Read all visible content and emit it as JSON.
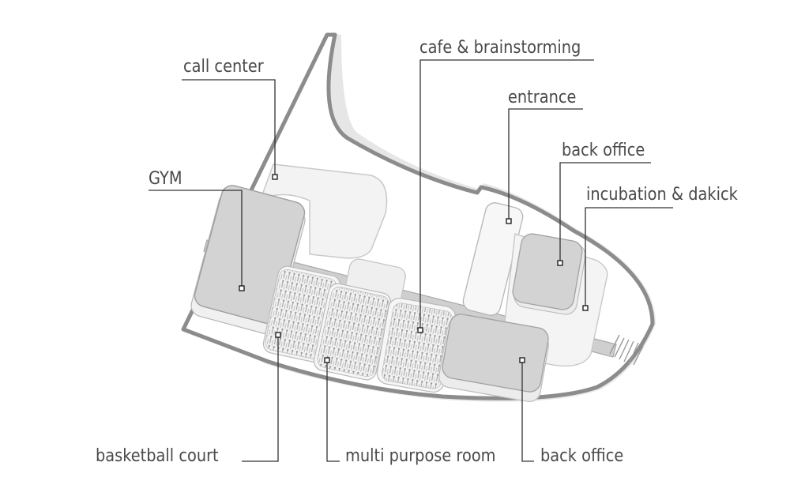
{
  "labels": {
    "call_center": "call center",
    "gym": "GYM",
    "cafe": "cafe & brainstorming",
    "entrance": "entrance",
    "back_office_top": "back office",
    "incubation": "incubation & dakick",
    "basketball": "basketball court",
    "multi_purpose": "multi purpose room",
    "back_office_bottom": "back office"
  },
  "colors": {
    "outline": "#8c8c8c",
    "room_fill": "#d3d3d3",
    "light_fill": "#efefef",
    "leader": "#333333",
    "text": "#4a4a4a"
  }
}
